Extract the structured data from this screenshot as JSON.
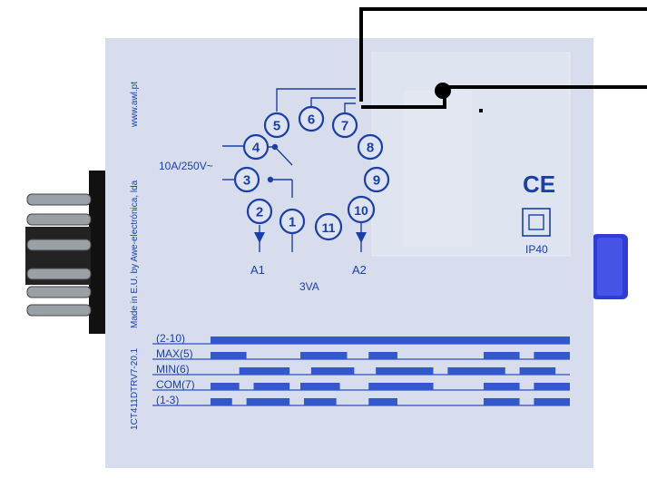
{
  "relay": {
    "website": "www.awl.pt",
    "maker": "Made in E.U. by Awe-electrónica, lda",
    "model": "1CT411DTRV7-20.1",
    "rating": "10A/250V~",
    "power": "3VA",
    "ce_mark": "CE",
    "protection": "IP40",
    "terminals": {
      "a1": "A1",
      "a2": "A2"
    },
    "pins": [
      "1",
      "2",
      "3",
      "4",
      "5",
      "6",
      "7",
      "8",
      "9",
      "10",
      "11"
    ]
  },
  "timing": {
    "rows": [
      {
        "label": "(2-10)",
        "segments": [
          [
            0.0,
            1.0
          ]
        ]
      },
      {
        "label": "MAX(5)",
        "segments": [
          [
            0.0,
            0.1
          ],
          [
            0.25,
            0.38
          ],
          [
            0.44,
            0.52
          ],
          [
            0.76,
            0.86
          ],
          [
            0.9,
            1.0
          ]
        ]
      },
      {
        "label": "MIN(6)",
        "segments": [
          [
            0.08,
            0.22
          ],
          [
            0.28,
            0.4
          ],
          [
            0.46,
            0.62
          ],
          [
            0.66,
            0.82
          ],
          [
            0.86,
            0.96
          ]
        ]
      },
      {
        "label": "COM(7)",
        "segments": [
          [
            0.0,
            0.08
          ],
          [
            0.12,
            0.22
          ],
          [
            0.25,
            0.36
          ],
          [
            0.44,
            0.62
          ],
          [
            0.76,
            0.86
          ],
          [
            0.9,
            1.0
          ]
        ]
      },
      {
        "label": "(1-3)",
        "segments": [
          [
            0.0,
            0.06
          ],
          [
            0.1,
            0.22
          ],
          [
            0.26,
            0.35
          ],
          [
            0.44,
            0.52
          ],
          [
            0.76,
            0.86
          ],
          [
            0.9,
            1.0
          ]
        ]
      }
    ]
  },
  "colors": {
    "body": "#d8dded",
    "ink": "#1a3fa8",
    "signal": "#3357cc",
    "connector": "#2f3dd6",
    "wire": "#000000"
  }
}
